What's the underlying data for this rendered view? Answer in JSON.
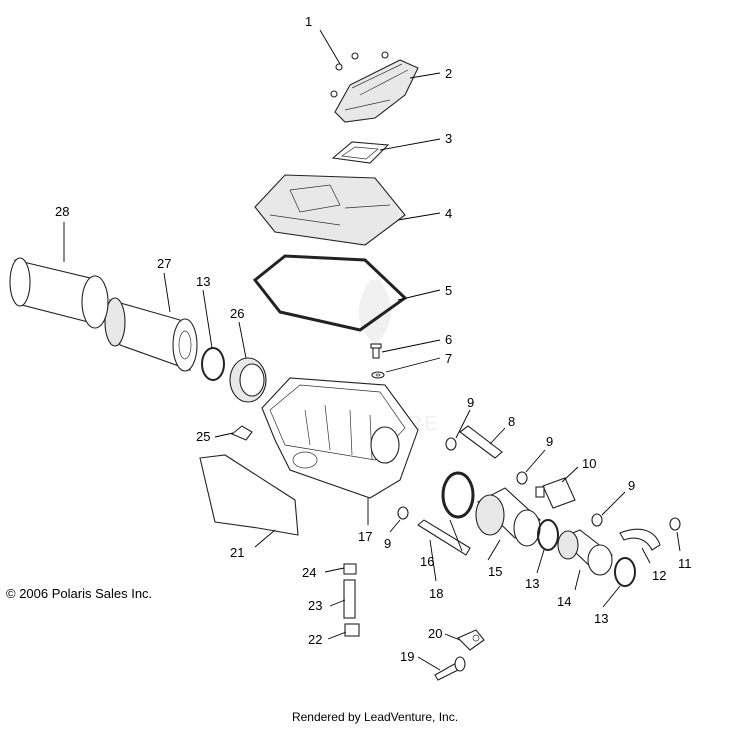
{
  "callouts": [
    "1",
    "2",
    "3",
    "4",
    "5",
    "6",
    "7",
    "8",
    "9",
    "9",
    "9",
    "9",
    "10",
    "11",
    "12",
    "13",
    "13",
    "13",
    "14",
    "15",
    "16",
    "17",
    "18",
    "19",
    "20",
    "21",
    "22",
    "23",
    "24",
    "25",
    "26",
    "27",
    "28"
  ],
  "copyright": "© 2006 Polaris Sales Inc.",
  "footer": "Rendered by LeadVenture, Inc.",
  "watermark": "LEADVENTURE"
}
